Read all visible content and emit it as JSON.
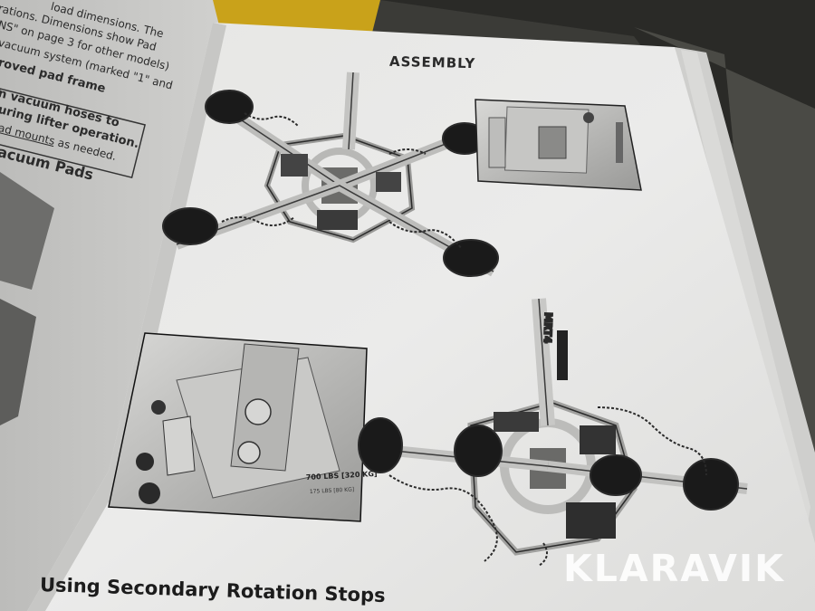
{
  "manual": {
    "page_title": "ASSEMBLY",
    "footer_heading": "Using Secondary Rotation Stops",
    "left_page_lines": [
      "load dimensions. The",
      "rations. Dimensions show Pad",
      "NS\" on page 3 for other models)",
      "vacuum system (marked \"1\" and",
      "roved pad frame",
      "n vacuum hoses to",
      "uring lifter operation.",
      "ad mounts",
      " as needed.",
      "acuum Pads"
    ],
    "device_label": "MRT4",
    "inset_labels": [
      "700 LBS [320 KG]",
      "175 LBS [80 KG]"
    ]
  },
  "watermark": {
    "text": "KLARAVIK"
  },
  "colors": {
    "background": "#3a3a36",
    "paper": "#e9e9e7",
    "ink": "#1c1c1c",
    "watermark": "#ffffff"
  }
}
